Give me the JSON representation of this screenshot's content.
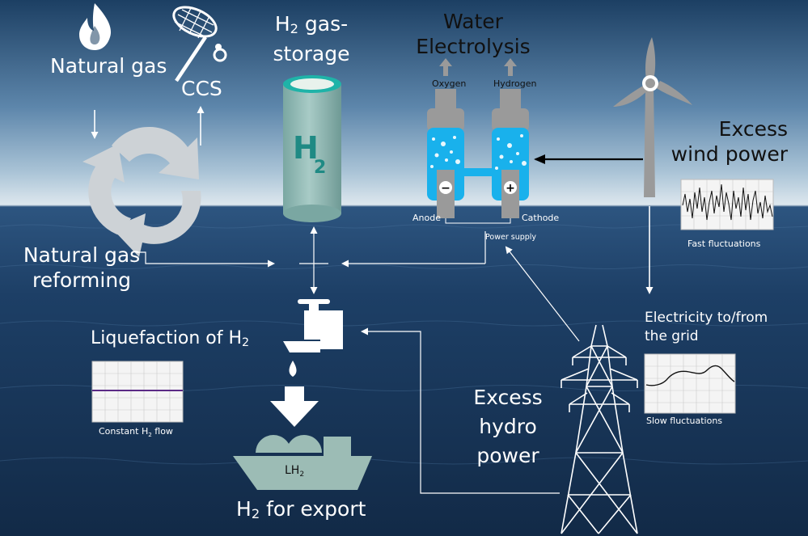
{
  "labels": {
    "natural_gas": "Natural gas",
    "ccs": "CCS",
    "storage_pre": "H",
    "storage_sub": "2",
    "storage_post": " gas-storage",
    "electrolysis": "Water Electrolysis",
    "oxygen": "Oxygen",
    "hydrogen": "Hydrogen",
    "anode": "Anode",
    "cathode": "Cathode",
    "power_supply": "Power supply",
    "excess_wind": "Excess wind power",
    "fast_fluct": "Fast fluctuations",
    "reforming": "Natural gas reforming",
    "liquefaction_pre": "Liquefaction of H",
    "liquefaction_sub": "2",
    "constant_pre": "Constant H",
    "constant_sub": "2",
    "constant_post": " flow",
    "grid": "Electricity to/from the grid",
    "slow_fluct": "Slow fluctuations",
    "excess_hydro": "Excess hydro power",
    "lh2_pre": "LH",
    "lh2_sub": "2",
    "export_pre": "H",
    "export_sub": "2",
    "export_post": " for export",
    "tank_h": "H",
    "tank_sub": "2",
    "minus": "−",
    "plus": "+"
  },
  "colors": {
    "tank": "#8fb7b2",
    "tank_text": "#1f8a84",
    "electrolyte": "#19b1ec",
    "grey_equipment": "#9a9a9a",
    "ship": "#9cbcb5"
  },
  "icons": [
    "flame-icon",
    "capture-net-icon",
    "recycle-arrows-icon",
    "wind-turbine-icon",
    "tap-icon",
    "down-arrow-icon",
    "ship-icon",
    "pylon-icon"
  ]
}
